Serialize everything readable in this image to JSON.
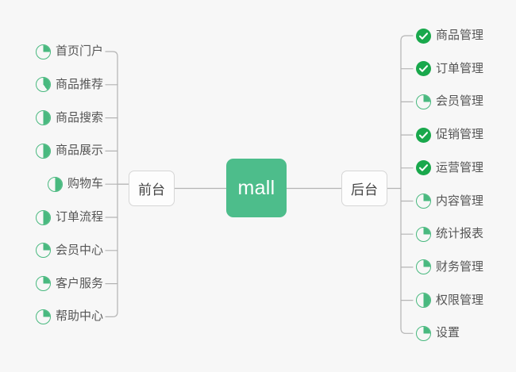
{
  "diagram": {
    "type": "mind-map",
    "background_color": "#f7f7f7",
    "accent_color": "#4dbd8b",
    "done_color": "#19a84c",
    "progress_ring_color": "#49b97f",
    "connector_color": "#b4b4b4",
    "label_color": "#555555"
  },
  "root": {
    "label": "mall"
  },
  "branches": [
    {
      "id": "frontend",
      "label": "前台",
      "side": "left"
    },
    {
      "id": "backend",
      "label": "后台",
      "side": "right"
    }
  ],
  "left_items": [
    {
      "label": "首页门户",
      "icon": "progress-circle-icon",
      "status": "progress",
      "percent": 25
    },
    {
      "label": "商品推荐",
      "icon": "progress-circle-icon",
      "status": "progress",
      "percent": 40
    },
    {
      "label": "商品搜索",
      "icon": "progress-circle-icon",
      "status": "progress",
      "percent": 50
    },
    {
      "label": "商品展示",
      "icon": "progress-circle-icon",
      "status": "progress",
      "percent": 50
    },
    {
      "label": "购物车",
      "icon": "progress-circle-icon",
      "status": "progress",
      "percent": 50
    },
    {
      "label": "订单流程",
      "icon": "progress-circle-icon",
      "status": "progress",
      "percent": 50
    },
    {
      "label": "会员中心",
      "icon": "progress-circle-icon",
      "status": "progress",
      "percent": 25
    },
    {
      "label": "客户服务",
      "icon": "progress-circle-icon",
      "status": "progress",
      "percent": 25
    },
    {
      "label": "帮助中心",
      "icon": "progress-circle-icon",
      "status": "progress",
      "percent": 25
    }
  ],
  "right_items": [
    {
      "label": "商品管理",
      "icon": "check-circle-icon",
      "status": "done",
      "percent": 100
    },
    {
      "label": "订单管理",
      "icon": "check-circle-icon",
      "status": "done",
      "percent": 100
    },
    {
      "label": "会员管理",
      "icon": "progress-circle-icon",
      "status": "progress",
      "percent": 25
    },
    {
      "label": "促销管理",
      "icon": "check-circle-icon",
      "status": "done",
      "percent": 100
    },
    {
      "label": "运营管理",
      "icon": "check-circle-icon",
      "status": "done",
      "percent": 100
    },
    {
      "label": "内容管理",
      "icon": "progress-circle-icon",
      "status": "progress",
      "percent": 25
    },
    {
      "label": "统计报表",
      "icon": "progress-circle-icon",
      "status": "progress",
      "percent": 25
    },
    {
      "label": "财务管理",
      "icon": "progress-circle-icon",
      "status": "progress",
      "percent": 25
    },
    {
      "label": "权限管理",
      "icon": "progress-circle-icon",
      "status": "progress",
      "percent": 50
    },
    {
      "label": "设置",
      "icon": "progress-circle-icon",
      "status": "progress",
      "percent": 25
    }
  ]
}
